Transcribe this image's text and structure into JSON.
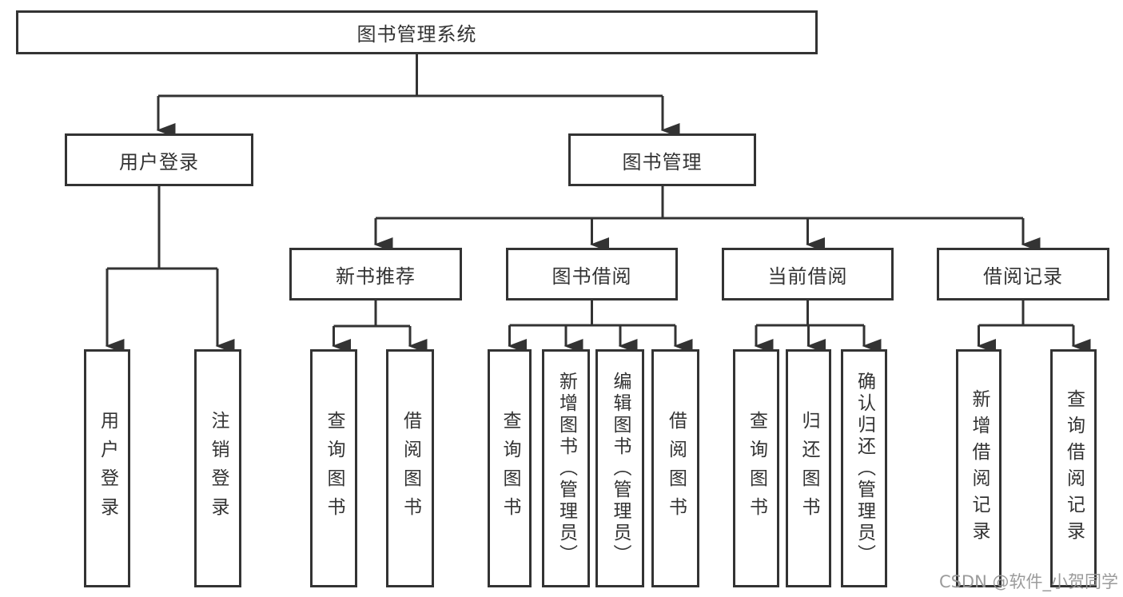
{
  "diagram": {
    "root": {
      "label": "图书管理系统"
    },
    "level2": [
      {
        "label": "用户登录"
      },
      {
        "label": "图书管理"
      }
    ],
    "level3": [
      {
        "label": "新书推荐"
      },
      {
        "label": "图书借阅"
      },
      {
        "label": "当前借阅"
      },
      {
        "label": "借阅记录"
      }
    ],
    "leaves": {
      "login": [
        {
          "label": "用户登录"
        },
        {
          "label": "注销登录"
        }
      ],
      "recommend": [
        {
          "label": "查询图书"
        },
        {
          "label": "借阅图书"
        }
      ],
      "borrow": [
        {
          "label": "查询图书"
        },
        {
          "label": "新增图书（管理员）"
        },
        {
          "label": "编辑图书（管理员）"
        },
        {
          "label": "借阅图书"
        }
      ],
      "current": [
        {
          "label": "查询图书"
        },
        {
          "label": "归还图书"
        },
        {
          "label": "确认归还（管理员）"
        }
      ],
      "records": [
        {
          "label": "新增借阅记录"
        },
        {
          "label": "查询借阅记录"
        }
      ]
    },
    "watermark": "CSDN @软件_小贺同学",
    "colors": {
      "line": "#333333",
      "text": "#333333",
      "watermark": "#969696",
      "background": "#ffffff"
    }
  }
}
